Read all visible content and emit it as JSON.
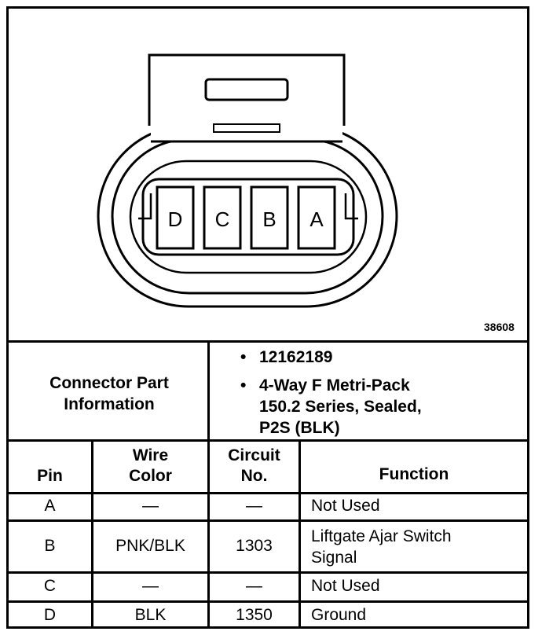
{
  "figure_number": "38608",
  "connector": {
    "pin_order_left_to_right": [
      "D",
      "C",
      "B",
      "A"
    ]
  },
  "part_info": {
    "label_line1": "Connector Part",
    "label_line2": "Information",
    "part_number": "12162189",
    "description_line1": "4-Way F Metri-Pack",
    "description_line2": "150.2 Series, Sealed,",
    "description_line3": "P2S (BLK)",
    "bullet": "•"
  },
  "table": {
    "headers": {
      "pin": "Pin",
      "wire_color_line1": "Wire",
      "wire_color_line2": "Color",
      "circuit_line1": "Circuit",
      "circuit_line2": "No.",
      "function": "Function"
    },
    "rows": [
      {
        "pin": "A",
        "wire_color": "—",
        "circuit": "—",
        "function_line1": "Not Used",
        "function_line2": ""
      },
      {
        "pin": "B",
        "wire_color": "PNK/BLK",
        "circuit": "1303",
        "function_line1": "Liftgate Ajar Switch",
        "function_line2": "Signal"
      },
      {
        "pin": "C",
        "wire_color": "—",
        "circuit": "—",
        "function_line1": "Not Used",
        "function_line2": ""
      },
      {
        "pin": "D",
        "wire_color": "BLK",
        "circuit": "1350",
        "function_line1": "Ground",
        "function_line2": ""
      }
    ]
  }
}
